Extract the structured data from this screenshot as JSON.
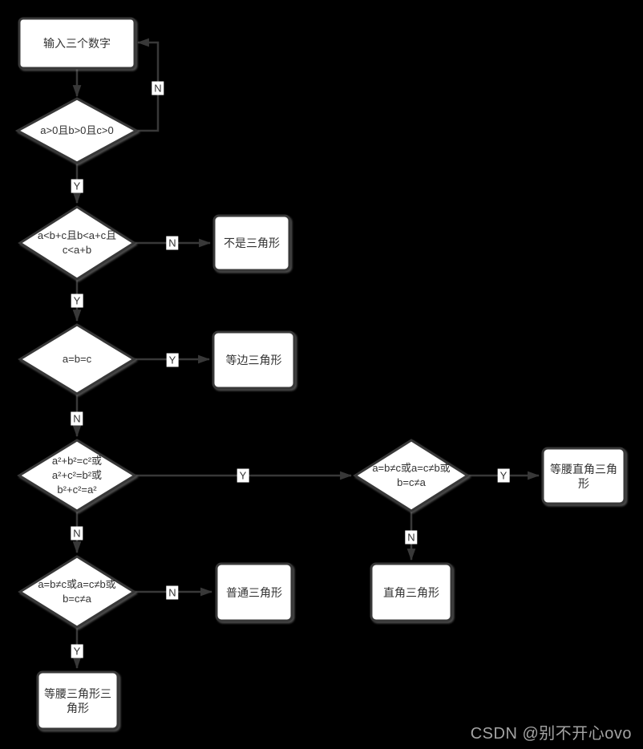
{
  "title": "triangle-classification-flowchart",
  "watermark": "CSDN @别不开心ovo",
  "colors": {
    "background": "#000000",
    "shape_fill": "#ffffff",
    "shape_border": "#383838",
    "text": "#333333",
    "watermark": "#a3a3a3"
  },
  "nodes": {
    "input": {
      "label": "输入三个数字"
    },
    "check_positive": {
      "label": "a>0且b>0且c>0"
    },
    "check_inequality": {
      "label": "a<b+c且b<a+c且\nc<a+b"
    },
    "not_triangle": {
      "label": "不是三角形"
    },
    "check_equilateral": {
      "label": "a=b=c"
    },
    "equilateral": {
      "label": "等边三角形"
    },
    "check_pythagorean": {
      "label": "a²+b²=c²或\na²+c²=b²或\nb²+c²=a²"
    },
    "check_isosceles_right": {
      "label": "a=b≠c或a=c≠b或\nb=c≠a"
    },
    "isosceles_right": {
      "label": "等腰直角三角\n形"
    },
    "right_triangle": {
      "label": "直角三角形"
    },
    "check_isosceles": {
      "label": "a=b≠c或a=c≠b或\nb=c≠a"
    },
    "ordinary": {
      "label": "普通三角形"
    },
    "isosceles": {
      "label": "等腰三角形三\n角形"
    }
  },
  "branches": {
    "loop_n": "N",
    "positive_y": "Y",
    "inequality_n": "N",
    "inequality_y": "Y",
    "equilateral_y": "Y",
    "equilateral_n": "N",
    "pythagorean_y": "Y",
    "pythagorean_n": "N",
    "iso_right_y": "Y",
    "iso_right_n": "N",
    "isosceles_n": "N",
    "isosceles_y": "Y"
  }
}
